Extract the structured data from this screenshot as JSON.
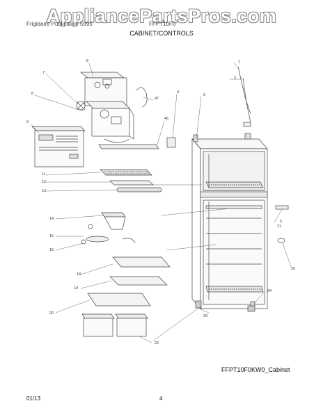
{
  "watermark": "AppliancePartsPros.com",
  "header": {
    "left_text": "Frigidaire Publication 5995",
    "model_text": "FFPT10F0",
    "section_title": "CABINET/CONTROLS"
  },
  "diagram": {
    "caption": "FFPT10F0KW0_Cabinet",
    "callouts": [
      "1",
      "2",
      "3",
      "4",
      "5",
      "6",
      "7",
      "8",
      "9",
      "11",
      "12",
      "13",
      "14",
      "15",
      "16",
      "18",
      "19",
      "20",
      "21",
      "22",
      "23",
      "24",
      "25",
      "46",
      "47"
    ]
  },
  "footer": {
    "date": "01/13",
    "page": "4"
  }
}
